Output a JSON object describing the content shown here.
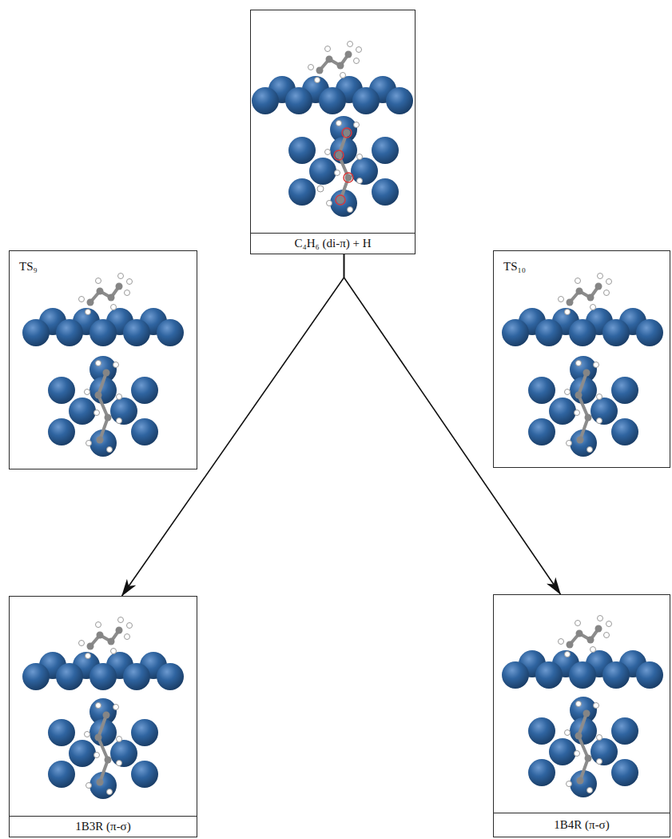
{
  "diagram": {
    "nodes": [
      {
        "text": [
          "C₄H₆ (di-π) + H"
        ]
      },
      {
        "text": [
          "TS₉"
        ]
      },
      {
        "text": [
          "TS₁₀"
        ]
      },
      {
        "text": [
          "1B3R (π-σ)"
        ]
      },
      {
        "text": [
          "1B4R (π-σ)"
        ]
      }
    ],
    "edges": [
      {
        "from": 0,
        "to": 3,
        "arrow": "to"
      },
      {
        "from": 0,
        "to": 4,
        "arrow": "to"
      }
    ]
  }
}
